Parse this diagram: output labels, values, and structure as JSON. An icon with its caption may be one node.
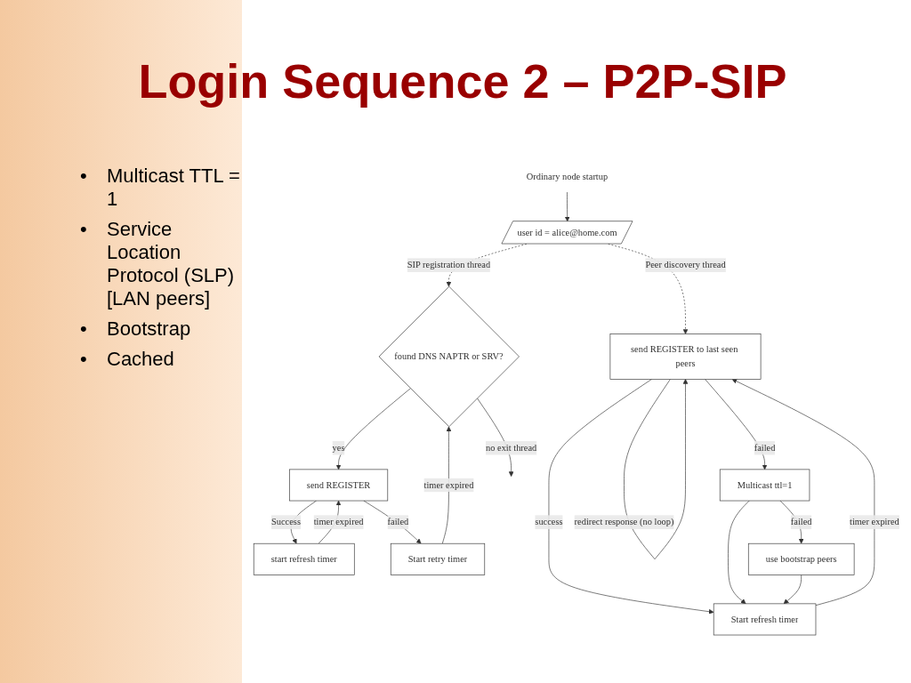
{
  "diagram": {
    "title": "Login Sequence 2 – P2P-SIP",
    "nodes": [
      {
        "text": [
          "Ordinary node startup"
        ]
      },
      {
        "text": [
          "user id = alice@home.com"
        ]
      },
      {
        "text": [
          "found DNS NAPTR or SRV?"
        ]
      },
      {
        "text": [
          "send REGISTER"
        ]
      },
      {
        "text": [
          "start refresh timer"
        ]
      },
      {
        "text": [
          "Start retry timer"
        ]
      },
      {
        "text": [
          "send REGISTER to last seen peers"
        ]
      },
      {
        "text": [
          "Multicast ttl=1"
        ]
      },
      {
        "text": [
          "use bootstrap peers"
        ]
      },
      {
        "text": [
          "Start refresh timer"
        ]
      }
    ],
    "edges": [
      {
        "from": 0,
        "to": 1,
        "arrow": "to"
      },
      {
        "from": 1,
        "to": 2,
        "arrow": "to",
        "label": "SIP registration thread",
        "style": "dashed"
      },
      {
        "from": 1,
        "to": 6,
        "arrow": "to",
        "label": "Peer discovery thread",
        "style": "dashed"
      },
      {
        "from": 2,
        "to": null,
        "arrow": "to",
        "label": "no exit thread"
      },
      {
        "from": 2,
        "to": 3,
        "arrow": "to",
        "label": "yes"
      },
      {
        "from": 3,
        "to": 4,
        "arrow": "to",
        "label": "Success"
      },
      {
        "from": 3,
        "to": 5,
        "arrow": "to",
        "label": "failed"
      },
      {
        "from": 4,
        "to": 3,
        "arrow": "to",
        "label": "timer expired"
      },
      {
        "from": 5,
        "to": 2,
        "arrow": "to",
        "label": "timer expired"
      },
      {
        "from": 6,
        "to": 7,
        "arrow": "to",
        "label": "failed"
      },
      {
        "from": 6,
        "to": 9,
        "arrow": "to",
        "label": "success"
      },
      {
        "from": 6,
        "to": 6,
        "arrow": "to",
        "label": "redirect response (no loop)"
      },
      {
        "from": 7,
        "to": 8,
        "arrow": "to",
        "label": "failed"
      },
      {
        "from": 7,
        "to": 9,
        "arrow": "to"
      },
      {
        "from": 8,
        "to": 9,
        "arrow": "to"
      },
      {
        "from": 9,
        "to": 6,
        "arrow": "to",
        "label": "timer expired"
      }
    ],
    "labels": [
      "•",
      "Multicast TTL = 1",
      "•",
      "Service Location Protocol (SLP) [LAN peers]",
      "•",
      "Bootstrap",
      "•",
      "Cached"
    ]
  }
}
